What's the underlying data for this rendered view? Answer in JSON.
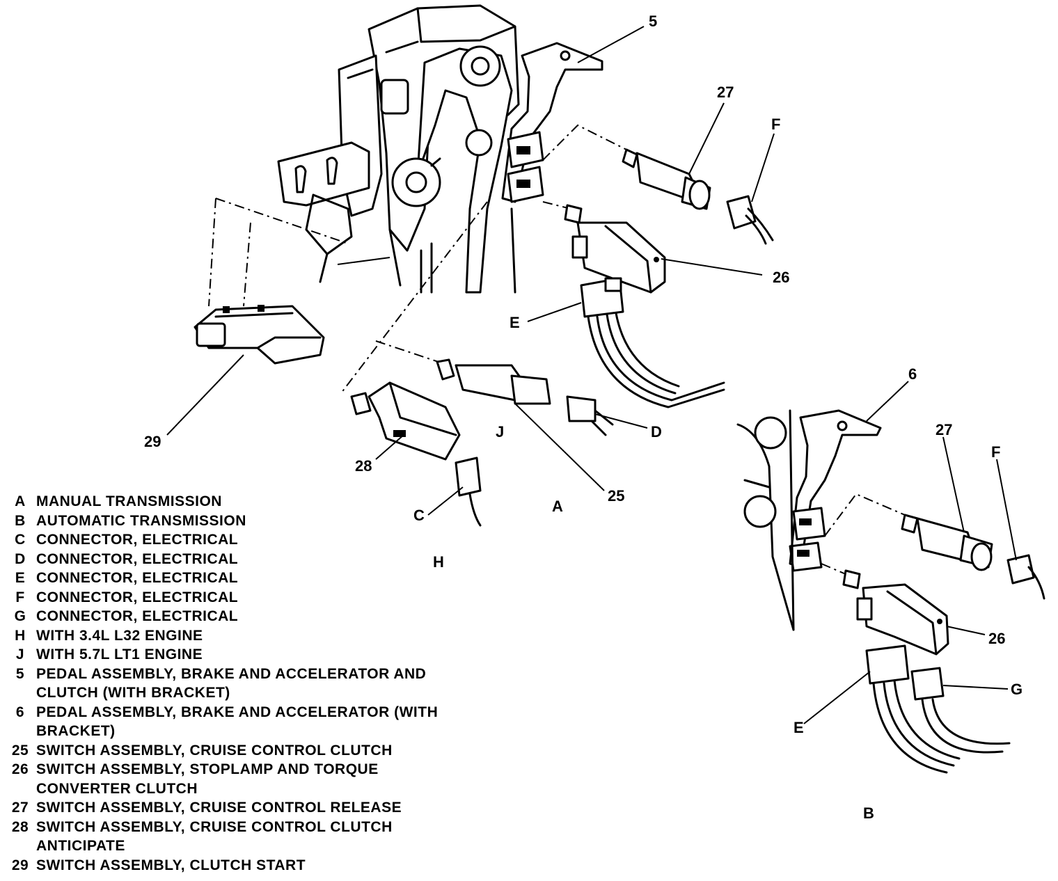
{
  "callouts": {
    "five": "5",
    "twenty_seven_a": "27",
    "f_a": "F",
    "twenty_six_a": "26",
    "e_a": "E",
    "twenty_nine": "29",
    "j": "J",
    "d": "D",
    "twenty_eight": "28",
    "c": "C",
    "twenty_five": "25",
    "a": "A",
    "h": "H",
    "six": "6",
    "twenty_seven_b": "27",
    "f_b": "F",
    "twenty_six_b": "26",
    "g": "G",
    "e_b": "E",
    "b": "B"
  },
  "legend": [
    {
      "key": "A",
      "text": "MANUAL TRANSMISSION"
    },
    {
      "key": "B",
      "text": "AUTOMATIC TRANSMISSION"
    },
    {
      "key": "C",
      "text": "CONNECTOR, ELECTRICAL"
    },
    {
      "key": "D",
      "text": "CONNECTOR, ELECTRICAL"
    },
    {
      "key": "E",
      "text": "CONNECTOR, ELECTRICAL"
    },
    {
      "key": "F",
      "text": "CONNECTOR, ELECTRICAL"
    },
    {
      "key": "G",
      "text": "CONNECTOR, ELECTRICAL"
    },
    {
      "key": "H",
      "text": "WITH 3.4L L32 ENGINE"
    },
    {
      "key": "J",
      "text": "WITH 5.7L LT1 ENGINE"
    },
    {
      "key": "5",
      "text": "PEDAL ASSEMBLY, BRAKE AND ACCELERATOR AND\nCLUTCH (WITH BRACKET)"
    },
    {
      "key": "6",
      "text": "PEDAL ASSEMBLY, BRAKE AND ACCELERATOR (WITH\nBRACKET)"
    },
    {
      "key": "25",
      "text": "SWITCH ASSEMBLY, CRUISE CONTROL CLUTCH"
    },
    {
      "key": "26",
      "text": "SWITCH ASSEMBLY, STOPLAMP AND TORQUE\nCONVERTER CLUTCH"
    },
    {
      "key": "27",
      "text": "SWITCH ASSEMBLY, CRUISE CONTROL RELEASE"
    },
    {
      "key": "28",
      "text": "SWITCH ASSEMBLY, CRUISE CONTROL CLUTCH\nANTICIPATE"
    },
    {
      "key": "29",
      "text": "SWITCH ASSEMBLY, CLUTCH START"
    }
  ]
}
